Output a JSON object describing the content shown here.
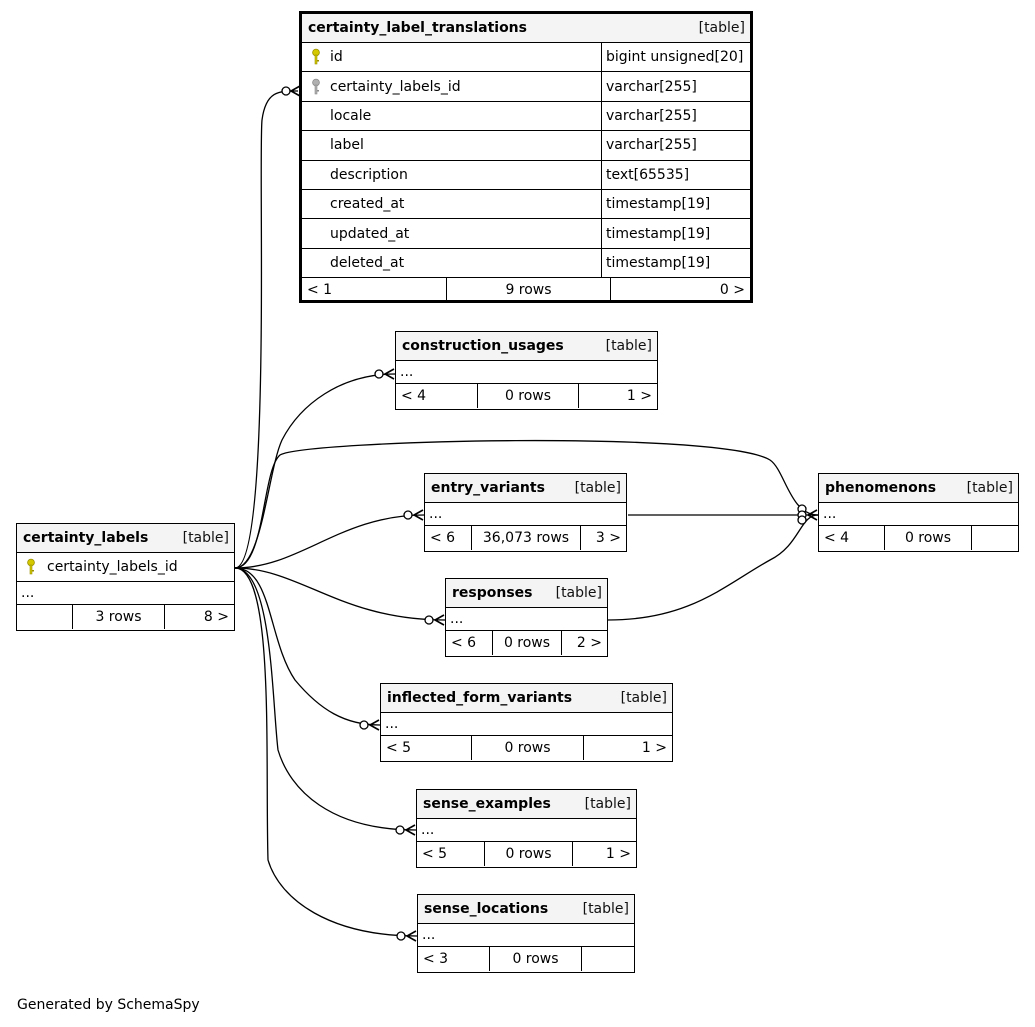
{
  "tables": {
    "certainty_label_translations": {
      "name": "certainty_label_translations",
      "type": "[table]",
      "columns": [
        {
          "name": "id",
          "type": "bigint unsigned[20]",
          "key": "primary-key-icon"
        },
        {
          "name": "certainty_labels_id",
          "type": "varchar[255]",
          "key": "foreign-key-icon"
        },
        {
          "name": "locale",
          "type": "varchar[255]"
        },
        {
          "name": "label",
          "type": "varchar[255]"
        },
        {
          "name": "description",
          "type": "text[65535]"
        },
        {
          "name": "created_at",
          "type": "timestamp[19]"
        },
        {
          "name": "updated_at",
          "type": "timestamp[19]"
        },
        {
          "name": "deleted_at",
          "type": "timestamp[19]"
        }
      ],
      "footer": {
        "prev": "< 1",
        "rows": "9 rows",
        "next": "0 >"
      }
    },
    "construction_usages": {
      "name": "construction_usages",
      "type": "[table]",
      "ellipsis": "...",
      "footer": {
        "prev": "< 4",
        "rows": "0 rows",
        "next": "1 >"
      }
    },
    "entry_variants": {
      "name": "entry_variants",
      "type": "[table]",
      "ellipsis": "...",
      "footer": {
        "prev": "< 6",
        "rows": "36,073 rows",
        "next": "3 >"
      }
    },
    "phenomenons": {
      "name": "phenomenons",
      "type": "[table]",
      "ellipsis": "...",
      "footer": {
        "prev": "< 4",
        "rows": "0 rows",
        "next": ""
      }
    },
    "certainty_labels": {
      "name": "certainty_labels",
      "type": "[table]",
      "key_column": "certainty_labels_id",
      "ellipsis": "...",
      "footer": {
        "prev": "",
        "rows": "3 rows",
        "next": "8 >"
      }
    },
    "responses": {
      "name": "responses",
      "type": "[table]",
      "ellipsis": "...",
      "footer": {
        "prev": "< 6",
        "rows": "0 rows",
        "next": "2 >"
      }
    },
    "inflected_form_variants": {
      "name": "inflected_form_variants",
      "type": "[table]",
      "ellipsis": "...",
      "footer": {
        "prev": "< 5",
        "rows": "0 rows",
        "next": "1 >"
      }
    },
    "sense_examples": {
      "name": "sense_examples",
      "type": "[table]",
      "ellipsis": "...",
      "footer": {
        "prev": "< 5",
        "rows": "0 rows",
        "next": "1 >"
      }
    },
    "sense_locations": {
      "name": "sense_locations",
      "type": "[table]",
      "ellipsis": "...",
      "footer": {
        "prev": "< 3",
        "rows": "0 rows",
        "next": ""
      }
    }
  },
  "relationships": [
    {
      "from": "certainty_labels",
      "to": "certainty_label_translations"
    },
    {
      "from": "certainty_labels",
      "to": "construction_usages"
    },
    {
      "from": "certainty_labels",
      "to": "phenomenons"
    },
    {
      "from": "certainty_labels",
      "to": "entry_variants"
    },
    {
      "from": "certainty_labels",
      "to": "responses"
    },
    {
      "from": "certainty_labels",
      "to": "inflected_form_variants"
    },
    {
      "from": "certainty_labels",
      "to": "sense_examples"
    },
    {
      "from": "certainty_labels",
      "to": "sense_locations"
    },
    {
      "from": "entry_variants",
      "to": "phenomenons"
    },
    {
      "from": "responses",
      "to": "phenomenons"
    }
  ],
  "colors": {
    "primary_key": "#d4c800",
    "foreign_key": "#b0b0b0",
    "header_bg": "#f4f4f4"
  },
  "generated_by": "Generated by SchemaSpy"
}
